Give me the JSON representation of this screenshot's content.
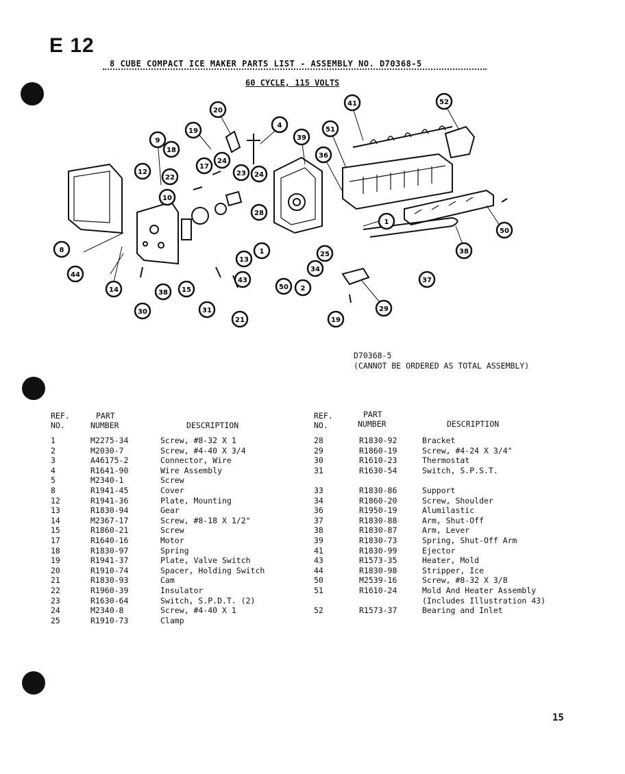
{
  "page_code": "E 12",
  "title": "8 CUBE COMPACT ICE MAKER PARTS LIST - ASSEMBLY NO. D70368-5",
  "subtitle": "60 CYCLE, 115 VOLTS",
  "callouts": [
    "41",
    "52",
    "20",
    "19",
    "4",
    "39",
    "51",
    "36",
    "9",
    "18",
    "17",
    "24",
    "23",
    "24",
    "12",
    "22",
    "10",
    "8",
    "28",
    "38",
    "44",
    "14",
    "13",
    "1",
    "25",
    "37",
    "43",
    "50",
    "2",
    "34",
    "30",
    "38",
    "15",
    "31",
    "21",
    "19",
    "1",
    "50",
    "29"
  ],
  "assembly_no": "D70368-5",
  "assembly_note": "(CANNOT BE ORDERED AS TOTAL ASSEMBLY)",
  "headers": {
    "ref_line1": "REF.",
    "ref_line2": "NO.",
    "part_line1": "PART",
    "part_line2": "NUMBER",
    "description": "DESCRIPTION"
  },
  "left_rows": [
    {
      "ref": "1",
      "part": "M2275-34",
      "desc": "Screw, #8-32 X 1"
    },
    {
      "ref": "2",
      "part": "M2030-7",
      "desc": "Screw, #4-40 X 3/4"
    },
    {
      "ref": "3",
      "part": "A46175-2",
      "desc": "Connector, Wire"
    },
    {
      "ref": "4",
      "part": "R1641-90",
      "desc": "Wire Assembly"
    },
    {
      "ref": "5",
      "part": "M2340-1",
      "desc": "Screw"
    },
    {
      "ref": "8",
      "part": "R1941-45",
      "desc": "Cover"
    },
    {
      "ref": "12",
      "part": "R1941-36",
      "desc": "Plate, Mounting"
    },
    {
      "ref": "13",
      "part": "R1830-94",
      "desc": "Gear"
    },
    {
      "ref": "14",
      "part": "M2367-17",
      "desc": "Screw, #8-18 X 1/2\""
    },
    {
      "ref": "15",
      "part": "R1860-21",
      "desc": "Screw"
    },
    {
      "ref": "17",
      "part": "R1640-16",
      "desc": "Motor"
    },
    {
      "ref": "18",
      "part": "R1830-97",
      "desc": "Spring"
    },
    {
      "ref": "19",
      "part": "R1941-37",
      "desc": "Plate, Valve Switch"
    },
    {
      "ref": "20",
      "part": "R1910-74",
      "desc": "Spacer, Holding Switch"
    },
    {
      "ref": "21",
      "part": "R1830-93",
      "desc": "Cam"
    },
    {
      "ref": "22",
      "part": "R1960-39",
      "desc": "Insulator"
    },
    {
      "ref": "23",
      "part": "R1630-64",
      "desc": "Switch, S.P.D.T. (2)"
    },
    {
      "ref": "24",
      "part": "M2340-8",
      "desc": "Screw, #4-40 X 1"
    },
    {
      "ref": "25",
      "part": "R1910-73",
      "desc": "Clamp"
    }
  ],
  "right_rows": [
    {
      "ref": "28",
      "part": "R1830-92",
      "desc": "Bracket"
    },
    {
      "ref": "29",
      "part": "R1860-19",
      "desc": "Screw, #4-24 X 3/4\""
    },
    {
      "ref": "30",
      "part": "R1610-23",
      "desc": "Thermostat"
    },
    {
      "ref": "31",
      "part": "R1630-54",
      "desc": "Switch, S.P.S.T."
    },
    {
      "ref": "",
      "part": "",
      "desc": ""
    },
    {
      "ref": "33",
      "part": "R1830-86",
      "desc": "Support"
    },
    {
      "ref": "34",
      "part": "R1860-20",
      "desc": "Screw, Shoulder"
    },
    {
      "ref": "36",
      "part": "R1950-19",
      "desc": "Alumilastic"
    },
    {
      "ref": "37",
      "part": "R1830-88",
      "desc": "Arm, Shut-Off"
    },
    {
      "ref": "38",
      "part": "R1830-87",
      "desc": "Arm, Lever"
    },
    {
      "ref": "39",
      "part": "R1830-73",
      "desc": "Spring, Shut-Off Arm"
    },
    {
      "ref": "41",
      "part": "R1830-99",
      "desc": "Ejector"
    },
    {
      "ref": "43",
      "part": "R1573-35",
      "desc": "Heater, Mold"
    },
    {
      "ref": "44",
      "part": "R1830-98",
      "desc": "Stripper, Ice"
    },
    {
      "ref": "50",
      "part": "M2539-16",
      "desc": "Screw, #8-32 X 3/8"
    },
    {
      "ref": "51",
      "part": "R1610-24",
      "desc": "Mold And Heater Assembly"
    },
    {
      "ref": "",
      "part": "",
      "desc": "(Includes Illustration 43)"
    },
    {
      "ref": "52",
      "part": "R1573-37",
      "desc": "Bearing and Inlet"
    }
  ],
  "page_number": "15"
}
